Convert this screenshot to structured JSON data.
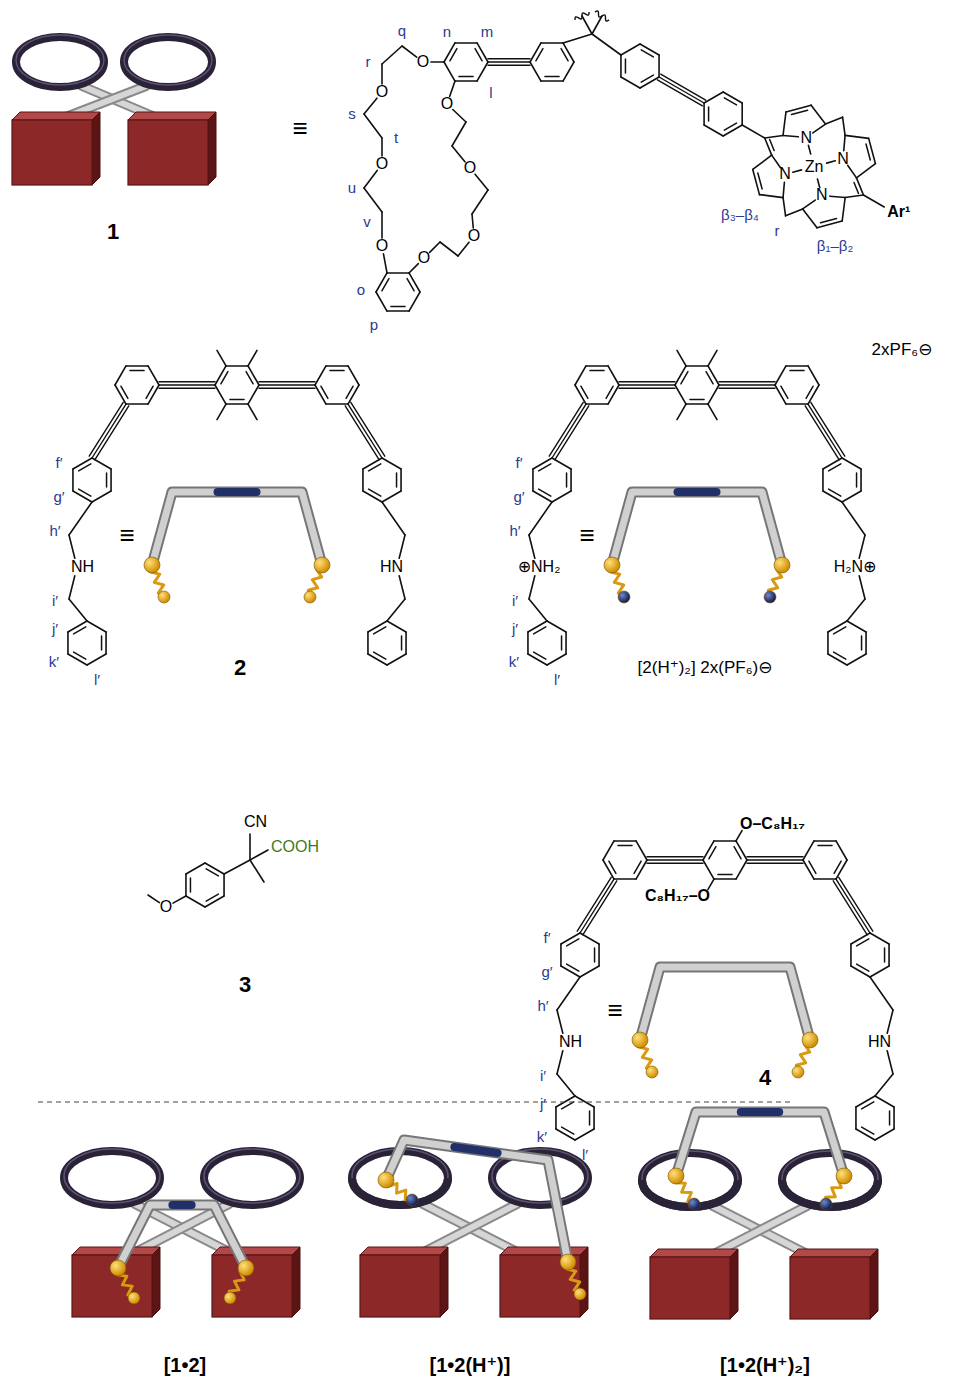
{
  "diagram": {
    "labels": [
      "1",
      "≡",
      "m",
      "n",
      "l",
      "q",
      "r",
      "s",
      "t",
      "u",
      "v",
      "o",
      "p",
      "O",
      "O",
      "O",
      "O",
      "O",
      "O",
      "O",
      "O",
      "N",
      "N",
      "N",
      "N",
      "Zn",
      "Ar¹",
      "β₃–β₄",
      "r",
      "β₁–β₂",
      "f′",
      "g′",
      "h′",
      "NH",
      "i′",
      "j′",
      "k′",
      "l′",
      "≡",
      "HN",
      "2",
      "f′",
      "g′",
      "h′",
      "⊕NH₂",
      "i′",
      "j′",
      "k′",
      "l′",
      "≡",
      "H₂N⊕",
      "2xPF₆⊖",
      "[2(H⁺)₂] 2x(PF₆)⊖",
      "CN",
      "COOH",
      "O",
      "3",
      "O–C₈H₁₇",
      "C₈H₁₇–O",
      "f′",
      "g′",
      "h′",
      "NH",
      "i′",
      "j′",
      "k′",
      "l′",
      "≡",
      "HN",
      "4",
      "[1•2]",
      "[1•2(H⁺)]",
      "[1•2(H⁺)₂]"
    ]
  }
}
